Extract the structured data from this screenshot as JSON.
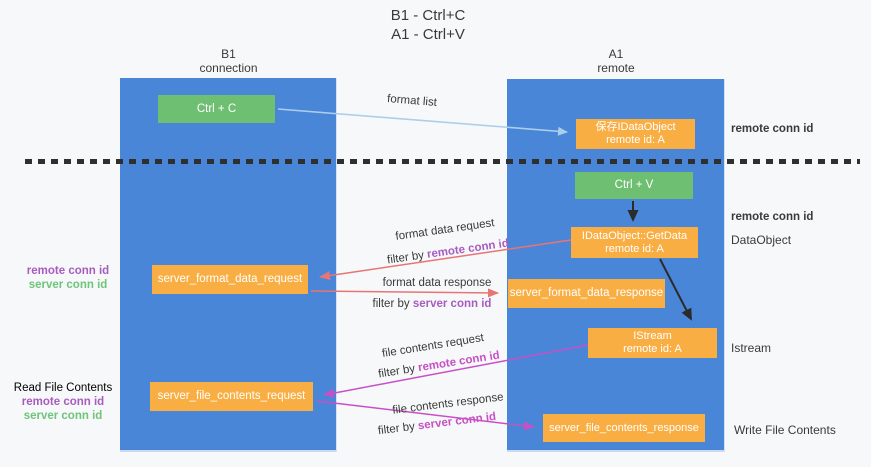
{
  "title": {
    "line1": "B1 - Ctrl+C",
    "line2": "A1 - Ctrl+V"
  },
  "lanes": {
    "left": {
      "name": "B1",
      "subtitle": "connection"
    },
    "right": {
      "name": "A1",
      "subtitle": "remote"
    }
  },
  "boxes": {
    "ctrl_c": "Ctrl + C",
    "ctrl_v": "Ctrl + V",
    "save_idataobject": {
      "line1": "保存IDataObject",
      "line2": "remote id: A"
    },
    "getdata": {
      "line1": "IDataObject::GetData",
      "line2": "remote id: A"
    },
    "istream": {
      "line1": "IStream",
      "line2": "remote id: A"
    },
    "format_request": "server_format_data_request",
    "format_response": "server_format_data_response",
    "file_request": "server_file_contents_request",
    "file_response": "server_file_contents_response"
  },
  "arrows": {
    "format_list": "format list",
    "format_data_request": "format data request",
    "format_data_response": "format data response",
    "file_contents_request": "file contents request",
    "file_contents_response": "file contents response",
    "filter_by": "filter by",
    "remote_conn_id": "remote conn id",
    "server_conn_id": "server conn id"
  },
  "side_labels": {
    "left_remote_conn_id": "remote conn id",
    "left_server_conn_id": "server conn id",
    "read_file_contents": "Read File Contents",
    "left_remote_conn_id_2": "remote conn id",
    "left_server_conn_id_2": "server conn id",
    "right_remote_conn_id_top": "remote conn id",
    "right_remote_conn_id_mid": "remote conn id",
    "dataobject": "DataObject",
    "istream": "Istream",
    "write_file_contents": "Write File Contents"
  },
  "colors": {
    "bg": "#f7f8f9",
    "lane_blue": "#4a86d8",
    "box_green": "#6fbf72",
    "box_orange": "#f9ae44",
    "text_dark": "#3a3a3a",
    "purple": "#a85cc0",
    "green_label": "#6ec47a",
    "arrow_lightblue": "#a9cfec",
    "arrow_salmon": "#e87474",
    "arrow_magenta": "#c750c7",
    "arrow_black": "#2b2b2b"
  }
}
